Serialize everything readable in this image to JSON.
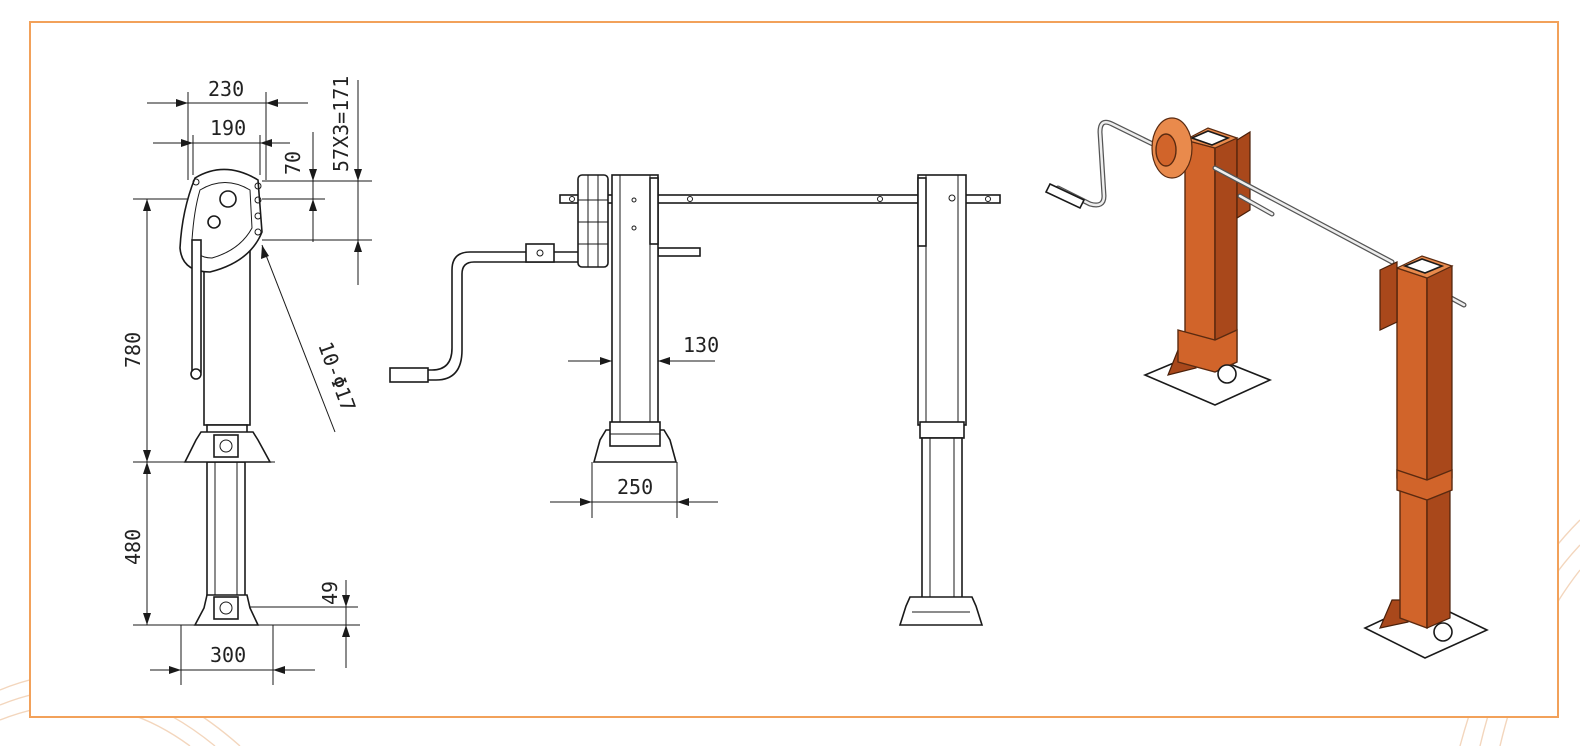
{
  "diagram": {
    "views": [
      "side-view",
      "front-view",
      "isometric-view"
    ],
    "dimensions": {
      "top_width": "230",
      "inner_width": "190",
      "gear_offset": "70",
      "hole_spacing": "57X3=171",
      "upper_height": "780",
      "lower_height": "480",
      "foot_height": "49",
      "base_width_side": "300",
      "holes": "10-Φ17",
      "leg_width": "130",
      "base_width_front": "250"
    },
    "colors": {
      "frame": "#f2a15a",
      "steel": "#d1642a",
      "line": "#1a1a1a"
    }
  }
}
